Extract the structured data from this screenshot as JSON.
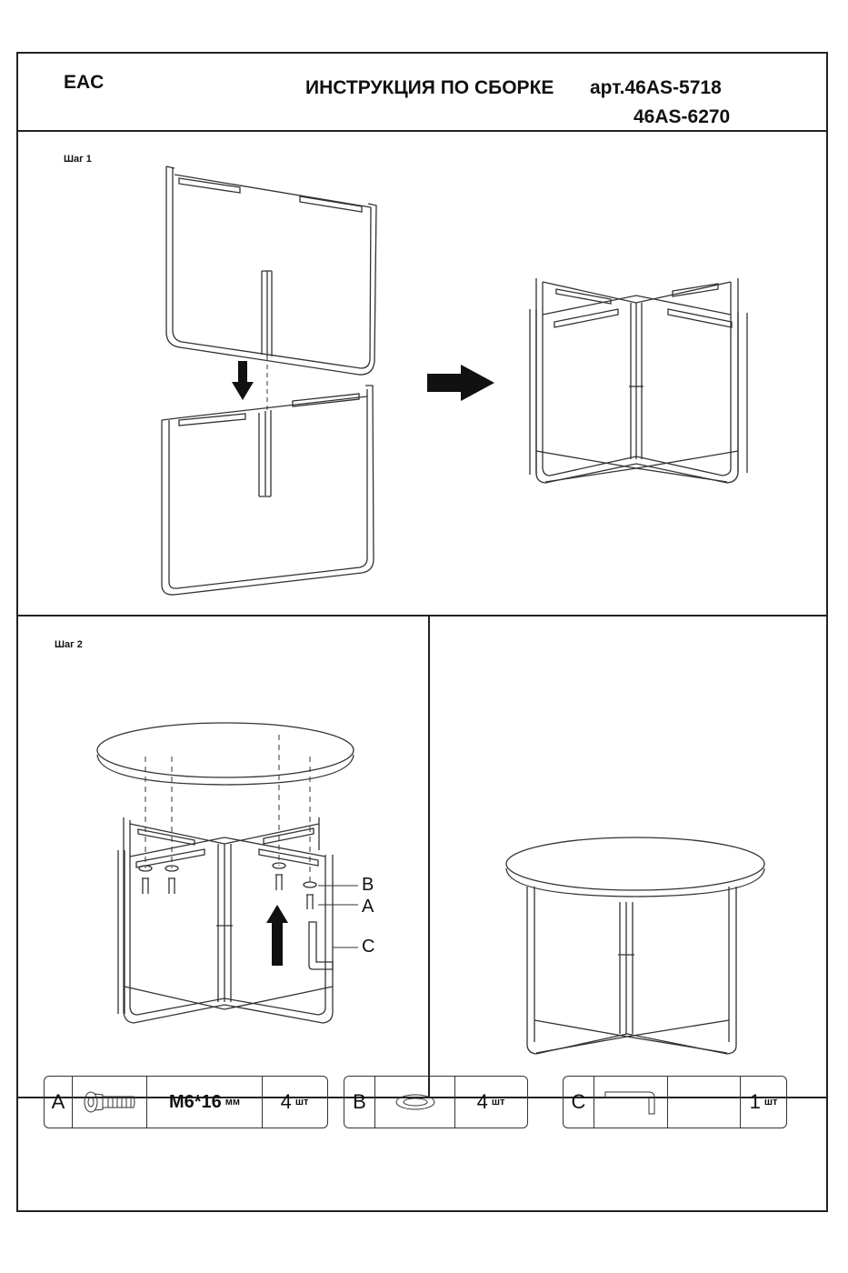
{
  "header": {
    "mark": "EAC",
    "title": "ИНСТРУКЦИЯ ПО СБОРКЕ",
    "article_primary": "арт.46AS-5718",
    "article_secondary": "46AS-6270"
  },
  "steps": {
    "step1_label": "Шаг 1",
    "step2_label": "Шаг 2"
  },
  "callouts": {
    "b": "B",
    "a": "A",
    "c": "C"
  },
  "parts": [
    {
      "letter": "A",
      "icon": "bolt-icon",
      "size": "M6*16",
      "unit": "мм",
      "qty": "4",
      "qty_unit": "шт"
    },
    {
      "letter": "B",
      "icon": "washer-icon",
      "qty": "4",
      "qty_unit": "шт"
    },
    {
      "letter": "C",
      "icon": "hex-key-icon",
      "qty": "1",
      "qty_unit": "шт"
    }
  ],
  "colors": {
    "line": "#222222",
    "background": "#ffffff"
  }
}
